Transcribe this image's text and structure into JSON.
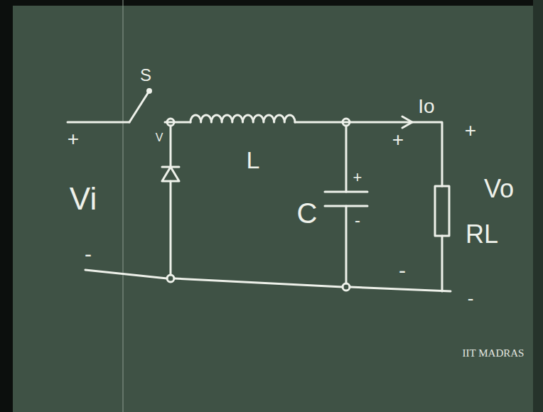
{
  "diagram": {
    "labels": [
      "S",
      "+",
      "V",
      "Vi",
      "-",
      "L",
      "C",
      "+",
      "-",
      "Io",
      "+",
      "+",
      "Vo",
      "RL",
      "-",
      "-",
      "IIT MADRAS"
    ]
  }
}
